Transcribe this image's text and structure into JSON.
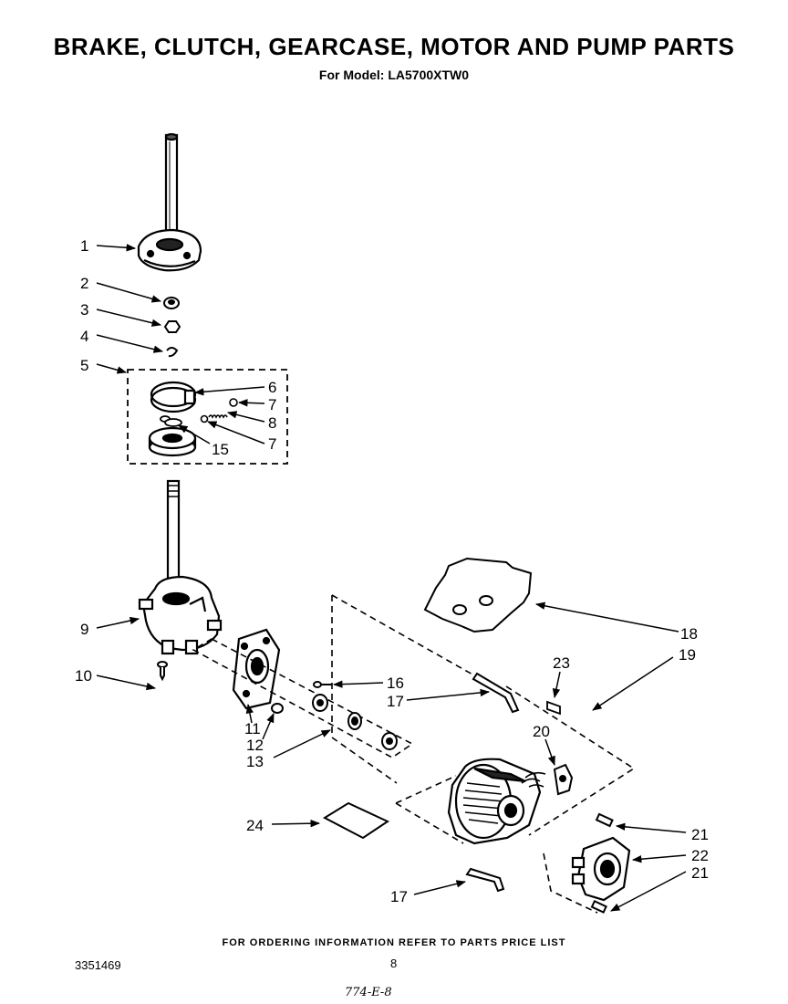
{
  "header": {
    "title": "BRAKE, CLUTCH, GEARCASE, MOTOR AND PUMP PARTS",
    "subtitle": "For Model: LA5700XTW0"
  },
  "callouts": {
    "c1": "1",
    "c2": "2",
    "c3": "3",
    "c4": "4",
    "c5": "5",
    "c6": "6",
    "c7a": "7",
    "c8": "8",
    "c7b": "7",
    "c15": "15",
    "c9": "9",
    "c10": "10",
    "c11": "11",
    "c12": "12",
    "c13": "13",
    "c16": "16",
    "c17a": "17",
    "c18": "18",
    "c19": "19",
    "c23": "23",
    "c20": "20",
    "c24": "24",
    "c21a": "21",
    "c22": "22",
    "c21b": "21",
    "c17b": "17"
  },
  "footer": {
    "ordering_note": "FOR ORDERING INFORMATION REFER TO PARTS PRICE LIST",
    "document_number": "3351469",
    "page_number": "8",
    "handwritten_mark": "774-E-8"
  }
}
